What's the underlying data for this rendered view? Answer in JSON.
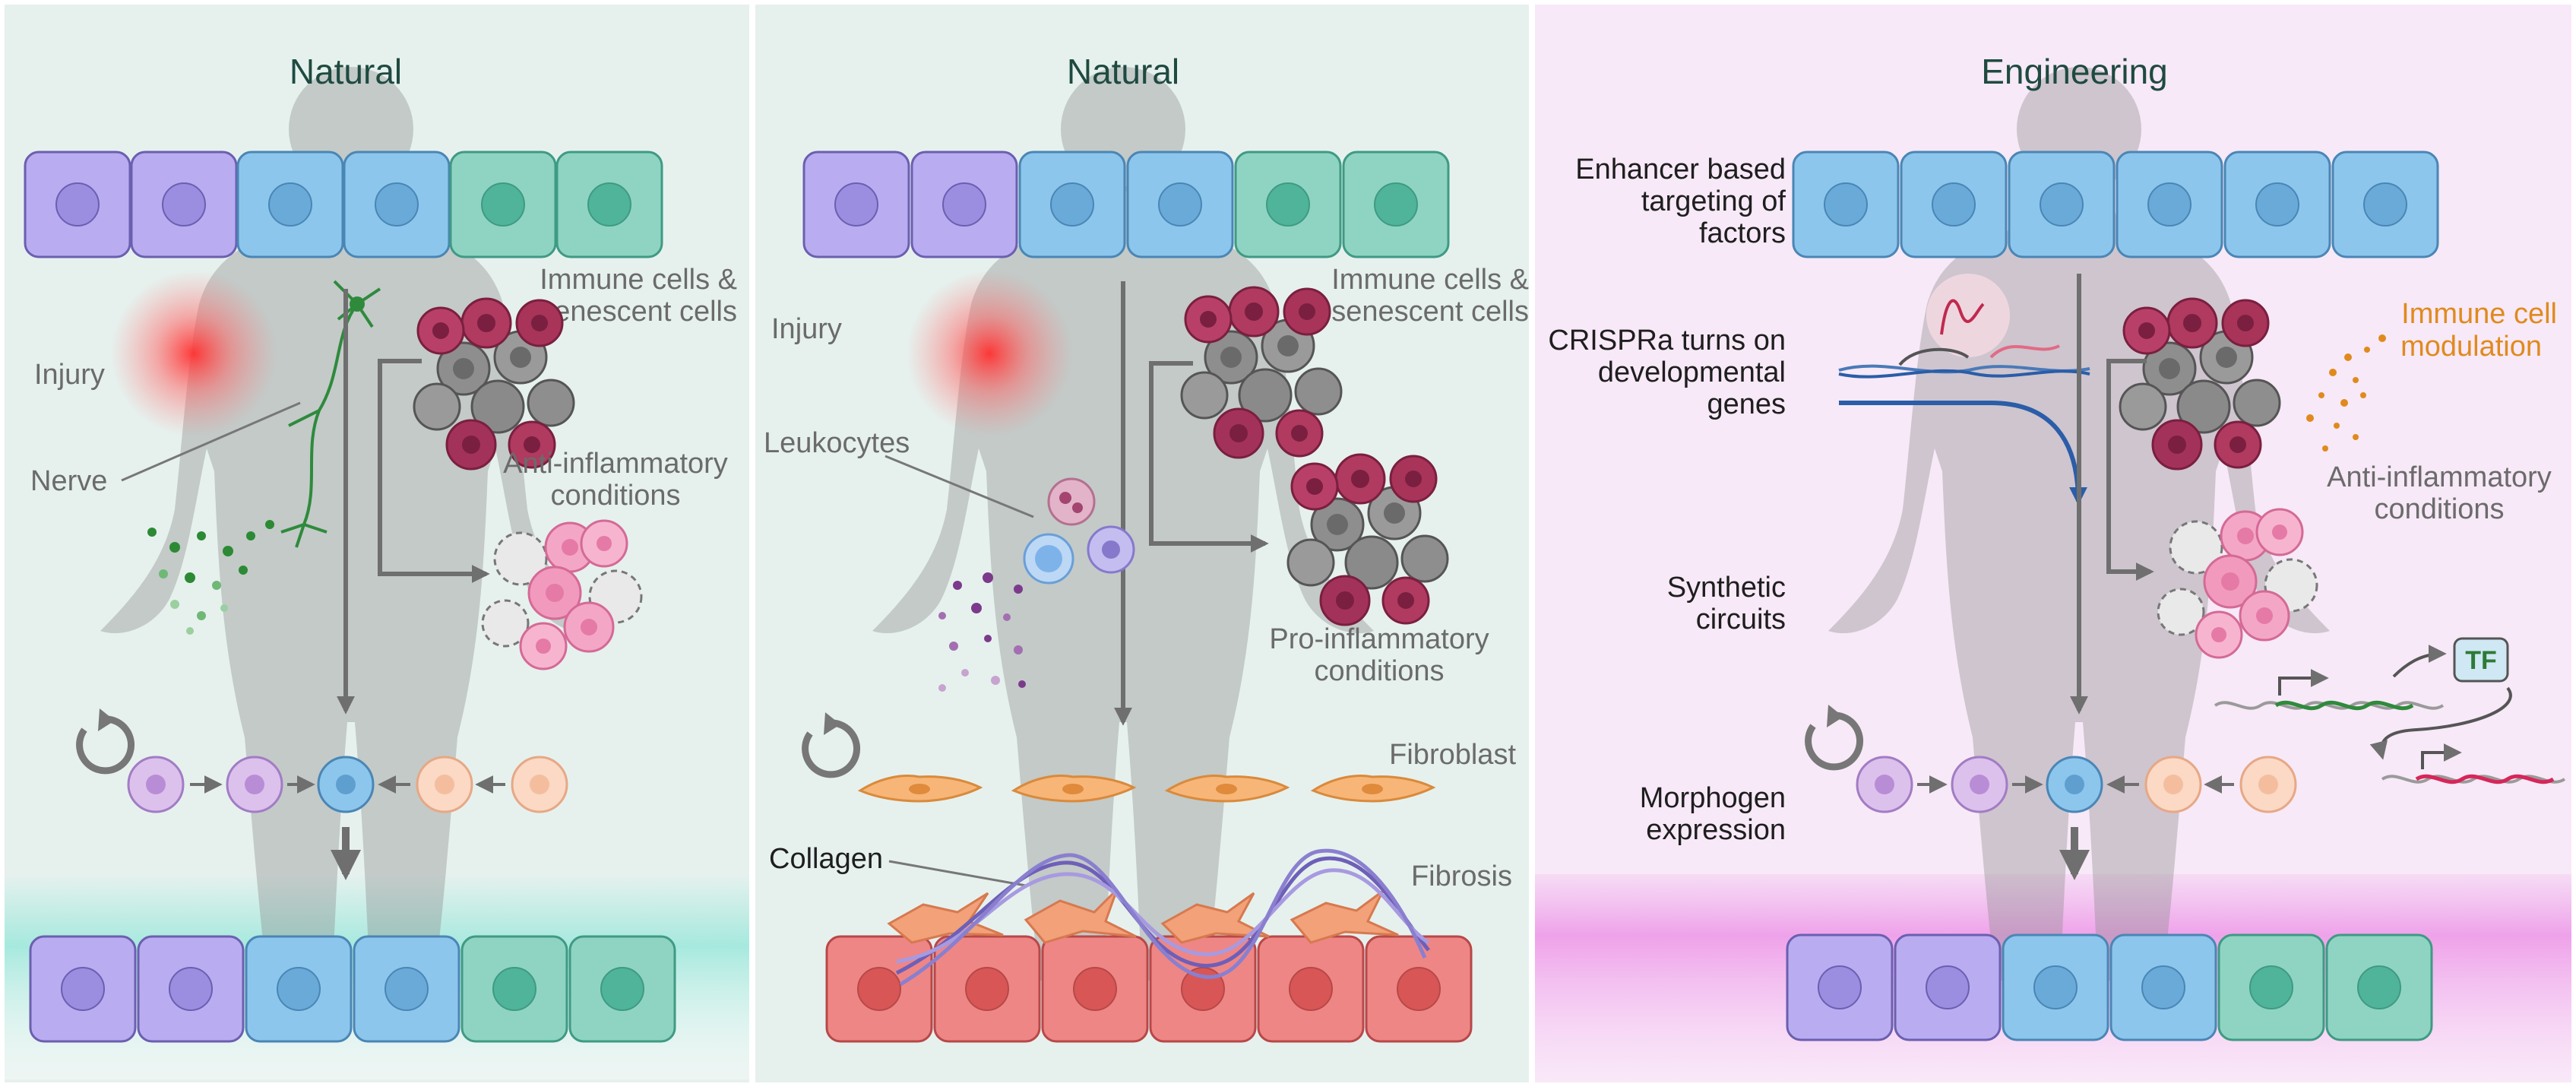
{
  "panels": [
    {
      "title": "Natural",
      "labels": {
        "immune": [
          "Immune cells &",
          "senescent cells"
        ],
        "injury": "Injury",
        "nerve": "Nerve",
        "anti_inflammatory": [
          "Anti-inflammatory",
          "conditions"
        ]
      }
    },
    {
      "title": "Natural",
      "labels": {
        "immune": [
          "Immune cells &",
          "senescent cells"
        ],
        "injury": "Injury",
        "leukocytes": "Leukocytes",
        "pro_inflammatory": [
          "Pro-inflammatory",
          "conditions"
        ],
        "fibroblast": "Fibroblast",
        "collagen": "Collagen",
        "fibrosis": "Fibrosis"
      }
    },
    {
      "title": "Engineering",
      "labels": {
        "enhancer": [
          "Enhancer based",
          "targeting of",
          "factors"
        ],
        "crispra": [
          "CRISPRa turns on",
          "developmental",
          "genes"
        ],
        "immune_modulation": [
          "Immune cell",
          "modulation"
        ],
        "anti_inflammatory": [
          "Anti-inflammatory",
          "conditions"
        ],
        "synthetic": [
          "Synthetic",
          "circuits"
        ],
        "morphogen": [
          "Morphogen",
          "expression"
        ],
        "tf": "TF"
      }
    }
  ],
  "colors": {
    "panel_natural_bg": "#e6f1ee",
    "panel_engineering_bg": "#f7e9f7",
    "body_silhouette": "#8c8c8c",
    "cell_purple": "#b9acf0",
    "cell_blue": "#8dc6ec",
    "cell_teal": "#8fd4c2",
    "cell_red": "#ee8686",
    "injury_red": "#ff3b3b",
    "arrow_grey": "#6f6f6f",
    "crispra_blue": "#2b5da8",
    "orange_text": "#e08a1e"
  }
}
